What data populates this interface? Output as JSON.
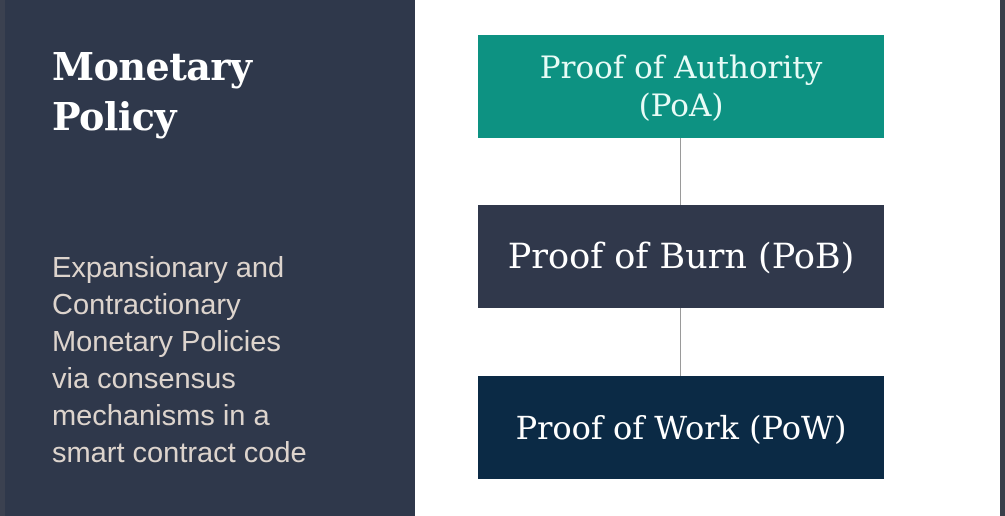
{
  "slide": {
    "title_lines": [
      "Monetary",
      "Policy"
    ],
    "body_lines": [
      "Expansionary and",
      "Contractionary",
      "Monetary Policies",
      "via consensus",
      "mechanisms in a",
      "smart contract code"
    ]
  },
  "diagram": {
    "nodes": [
      {
        "label_lines": [
          "Proof of Authority",
          "(PoA)"
        ],
        "color": "#0d9282"
      },
      {
        "label": "Proof of Burn (PoB)",
        "color": "#30384b"
      },
      {
        "label": "Proof of Work (PoW)",
        "color": "#0b2a45"
      }
    ]
  }
}
